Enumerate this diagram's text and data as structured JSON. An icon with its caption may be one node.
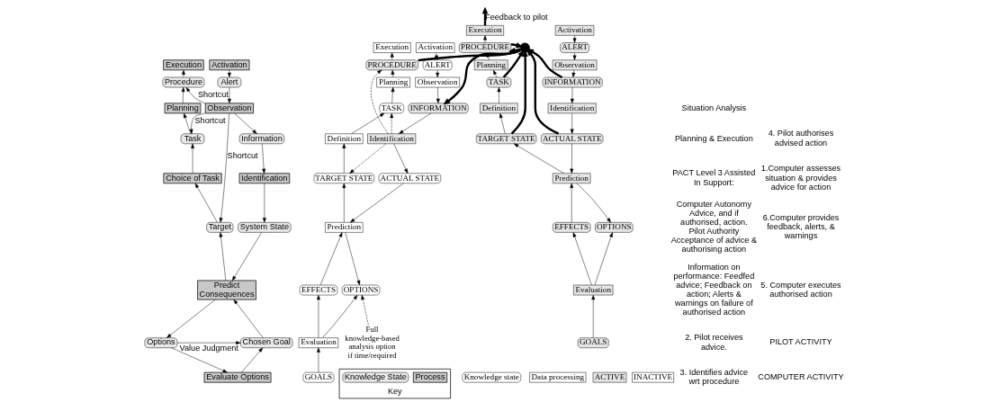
{
  "diagram": {
    "nodes": [
      {
        "text": [
          "Evaluate Options"
        ]
      },
      {
        "text": [
          "Options"
        ]
      },
      {
        "text": [
          "Chosen Goal"
        ]
      },
      {
        "text": [
          "Predict Consequences"
        ]
      },
      {
        "text": [
          "System State"
        ]
      },
      {
        "text": [
          "Target"
        ]
      },
      {
        "text": [
          "Identification"
        ]
      },
      {
        "text": [
          "Choice of Task"
        ]
      },
      {
        "text": [
          "Information"
        ]
      },
      {
        "text": [
          "Task"
        ]
      },
      {
        "text": [
          "Observation"
        ]
      },
      {
        "text": [
          "Planning"
        ]
      },
      {
        "text": [
          "Alert"
        ]
      },
      {
        "text": [
          "Procedure"
        ]
      },
      {
        "text": [
          "Activation"
        ]
      },
      {
        "text": [
          "Execution"
        ]
      },
      {
        "text": [
          "Full knowledge-based analysis option if time/required"
        ]
      },
      {
        "text": [
          "GOALS"
        ]
      },
      {
        "text": [
          "Evaluation"
        ]
      },
      {
        "text": [
          "OPTIONS"
        ]
      },
      {
        "text": [
          "EFFECTS"
        ]
      },
      {
        "text": [
          "Prediction"
        ]
      },
      {
        "text": [
          "ACTUAL STATE"
        ]
      },
      {
        "text": [
          "TARGET STATE"
        ]
      },
      {
        "text": [
          "Identification"
        ]
      },
      {
        "text": [
          "Definition"
        ]
      },
      {
        "text": [
          "INFORMATION"
        ]
      },
      {
        "text": [
          "TASK"
        ]
      },
      {
        "text": [
          "Observation"
        ]
      },
      {
        "text": [
          "Planning"
        ]
      },
      {
        "text": [
          "ALERT"
        ]
      },
      {
        "text": [
          "PROCEDURE"
        ]
      },
      {
        "text": [
          "Activation"
        ]
      },
      {
        "text": [
          "Execution"
        ]
      },
      {
        "text": [
          "GOALS"
        ]
      },
      {
        "text": [
          "Evaluation"
        ]
      },
      {
        "text": [
          "OPTIONS"
        ]
      },
      {
        "text": [
          "EFFECTS"
        ]
      },
      {
        "text": [
          "Prediction"
        ]
      },
      {
        "text": [
          "ACTUAL STATE"
        ]
      },
      {
        "text": [
          "TARGET STATE"
        ]
      },
      {
        "text": [
          "Identification"
        ]
      },
      {
        "text": [
          "Definition"
        ]
      },
      {
        "text": [
          "INFORMATION"
        ]
      },
      {
        "text": [
          "TASK"
        ]
      },
      {
        "text": [
          "Observation"
        ]
      },
      {
        "text": [
          "Planning"
        ]
      },
      {
        "text": [
          "ALERT"
        ]
      },
      {
        "text": [
          "PROCEDURE"
        ]
      },
      {
        "text": [
          "Activation"
        ]
      },
      {
        "text": [
          "Execution"
        ]
      },
      {
        "text": [],
        "shape": "circle"
      },
      {
        "text": [
          "Key"
        ]
      },
      {
        "text": [
          "Process"
        ],
        "in": 52
      },
      {
        "text": [
          "Knowledge State"
        ],
        "in": 52
      },
      {
        "text": [
          "Knowledge state"
        ]
      },
      {
        "text": [
          "Data processing"
        ]
      },
      {
        "text": [
          "ACTIVE"
        ]
      },
      {
        "text": [
          "INACTIVE"
        ]
      }
    ],
    "edges": [
      {
        "from": 1,
        "to": 0,
        "arrow": "to"
      },
      {
        "from": 0,
        "to": 2,
        "arrow": "to"
      },
      {
        "from": 1,
        "to": 2,
        "arrow": "to",
        "label": "Value Judgment"
      },
      {
        "from": 2,
        "to": 3,
        "arrow": "to"
      },
      {
        "from": 3,
        "to": 1,
        "arrow": "to"
      },
      {
        "from": 4,
        "to": 3,
        "arrow": "to"
      },
      {
        "from": 3,
        "to": 5,
        "arrow": "to"
      },
      {
        "from": 6,
        "to": 4,
        "arrow": "to"
      },
      {
        "from": 5,
        "to": 7,
        "arrow": "to"
      },
      {
        "from": 8,
        "to": 6,
        "arrow": "to"
      },
      {
        "from": 7,
        "to": 9,
        "arrow": "to"
      },
      {
        "from": 10,
        "to": 8,
        "arrow": "to"
      },
      {
        "from": 9,
        "to": 11,
        "arrow": "to"
      },
      {
        "from": 12,
        "to": 10,
        "arrow": "to"
      },
      {
        "from": 11,
        "to": 13,
        "arrow": "to"
      },
      {
        "from": 14,
        "to": 12,
        "arrow": "to"
      },
      {
        "from": 13,
        "to": 15,
        "arrow": "to"
      },
      {
        "from": 10,
        "to": 5,
        "arrow": "to",
        "label": "Shortcut"
      },
      {
        "from": 10,
        "to": 9,
        "arrow": "to",
        "label": "Shortcut"
      },
      {
        "from": 10,
        "to": 13,
        "arrow": "to",
        "label": "Shortcut"
      },
      {
        "from": 17,
        "to": 18,
        "arrow": "to"
      },
      {
        "from": 18,
        "to": 19,
        "arrow": "to"
      },
      {
        "from": 18,
        "to": 20,
        "arrow": "to"
      },
      {
        "from": 20,
        "to": 21,
        "arrow": "to"
      },
      {
        "from": 21,
        "to": 19,
        "arrow": "to"
      },
      {
        "from": 22,
        "to": 21,
        "arrow": "to"
      },
      {
        "from": 21,
        "to": 23,
        "arrow": "to"
      },
      {
        "from": 24,
        "to": 22,
        "arrow": "to"
      },
      {
        "from": 23,
        "to": 25,
        "arrow": "to"
      },
      {
        "from": 25,
        "to": 27,
        "arrow": "to"
      },
      {
        "from": 27,
        "to": 29,
        "arrow": "to"
      },
      {
        "from": 29,
        "to": 31,
        "arrow": "to"
      },
      {
        "from": 31,
        "to": 33,
        "arrow": "to"
      },
      {
        "from": 32,
        "to": 30,
        "arrow": "to"
      },
      {
        "from": 30,
        "to": 28,
        "arrow": "to"
      },
      {
        "from": 28,
        "to": 26,
        "arrow": "to"
      },
      {
        "from": 26,
        "to": 24,
        "arrow": "to"
      },
      {
        "from": 16,
        "to": 19,
        "arrow": "to",
        "style": "dashed"
      },
      {
        "from": 24,
        "to": 23,
        "arrow": "to",
        "style": "dashed"
      },
      {
        "from": 24,
        "to": 27,
        "arrow": "to",
        "style": "dashed"
      },
      {
        "from": 24,
        "to": 31,
        "arrow": "to",
        "style": "dashed"
      },
      {
        "from": 34,
        "to": 35,
        "arrow": "to"
      },
      {
        "from": 35,
        "to": 36,
        "arrow": "to"
      },
      {
        "from": 35,
        "to": 37,
        "arrow": "to"
      },
      {
        "from": 37,
        "to": 38,
        "arrow": "to"
      },
      {
        "from": 38,
        "to": 36,
        "arrow": "to"
      },
      {
        "from": 39,
        "to": 38,
        "arrow": "to"
      },
      {
        "from": 38,
        "to": 40,
        "arrow": "to"
      },
      {
        "from": 41,
        "to": 39,
        "arrow": "to"
      },
      {
        "from": 40,
        "to": 42,
        "arrow": "to"
      },
      {
        "from": 42,
        "to": 44,
        "arrow": "to"
      },
      {
        "from": 44,
        "to": 46,
        "arrow": "to"
      },
      {
        "from": 46,
        "to": 48,
        "arrow": "to"
      },
      {
        "from": 48,
        "to": 50,
        "arrow": "to"
      },
      {
        "from": 49,
        "to": 47,
        "arrow": "to"
      },
      {
        "from": 47,
        "to": 45,
        "arrow": "to"
      },
      {
        "from": 45,
        "to": 43,
        "arrow": "to"
      },
      {
        "from": 43,
        "to": 41,
        "arrow": "to"
      },
      {
        "from": 43,
        "to": 51,
        "arrow": "to",
        "style": "thick"
      },
      {
        "from": 39,
        "to": 51,
        "arrow": "to",
        "style": "thick"
      },
      {
        "from": 40,
        "to": 51,
        "arrow": "to",
        "style": "thick"
      },
      {
        "from": 44,
        "to": 51,
        "arrow": "to",
        "style": "thick"
      },
      {
        "from": 48,
        "to": 51,
        "arrow": "to",
        "style": "thick"
      },
      {
        "from": 31,
        "to": 51,
        "arrow": "none",
        "style": "thick"
      },
      {
        "from": 51,
        "to": 48,
        "arrow": "to",
        "style": "thick"
      },
      {
        "from": 51,
        "to": 26,
        "arrow": "to",
        "style": "thick"
      },
      {
        "from": 50,
        "to": null,
        "arrow": "to",
        "style": "thick",
        "label": "Feedback to pilot"
      }
    ],
    "labels": [
      "Situation Analysis",
      "Planning & Execution",
      "PACT Level 3 Assisted In Support:",
      "Computer Autonomy Advice, and if authorised, action. Pilot Authority Acceptance of advice & authorising action",
      "Information on performance: Feedfed advice; Feedback on action; Alerts & warnings on failure of authorised action",
      "2. Pilot receives advice.",
      "3. Identifies advice wrt procedure",
      "4. Pilot authorises advised action",
      "1.Computer assesses situation & provides advice for action",
      "6.Computer provides feedback, alerts, & warnings",
      "5. Computer executes authorised action",
      "PILOT ACTIVITY",
      "COMPUTER ACTIVITY"
    ]
  }
}
